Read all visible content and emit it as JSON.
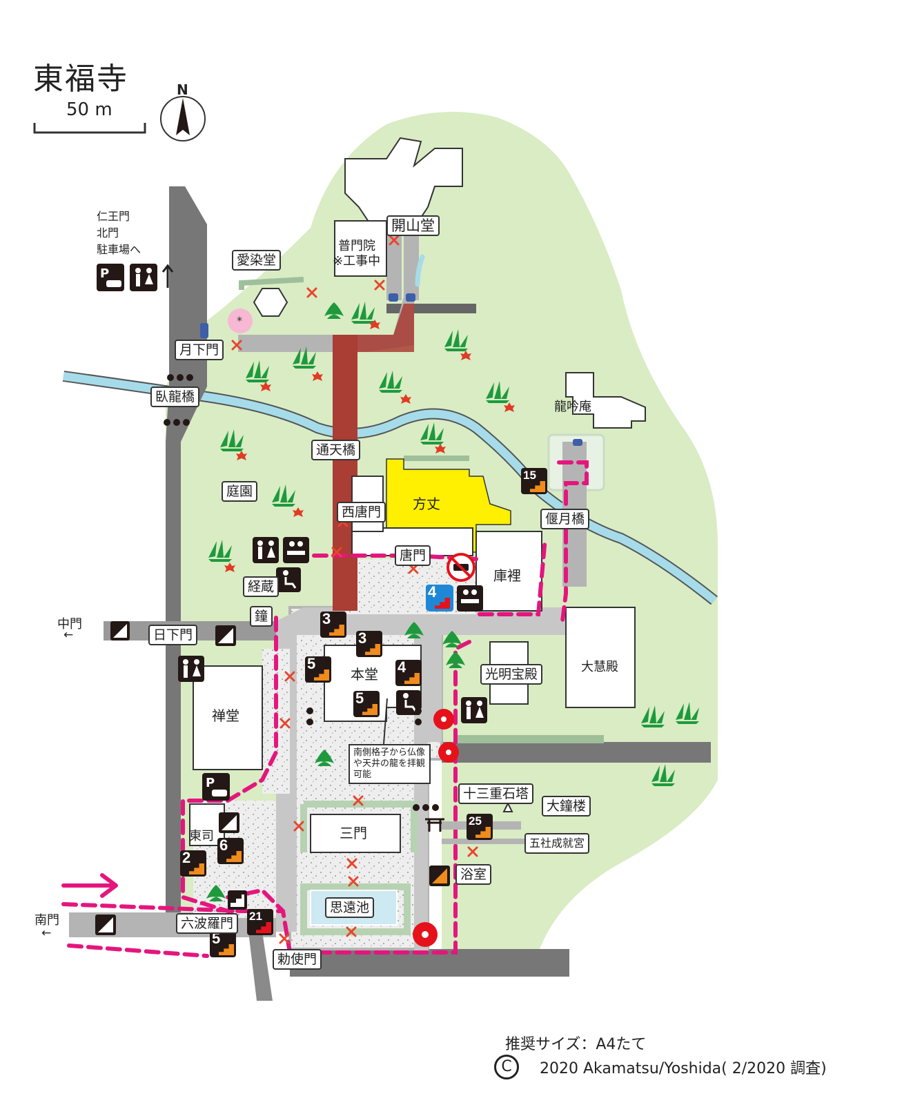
{
  "title": "東福寺",
  "scale": {
    "label": "50 m"
  },
  "compass": {
    "label": "N"
  },
  "colors": {
    "grounds": "#d9ecc4",
    "path": "#b4b4b4",
    "road": "#6b6b6b",
    "river": "#a6dcea",
    "bridge": "#8a2e28",
    "hojo": "#ffef00",
    "dashed_route": "#e4167d",
    "closed_mark": "#e8452c",
    "icon_dark": "#231815",
    "icon_orange": "#f08b1d",
    "icon_blue": "#1e88d6",
    "hedge": "#9fbf9a"
  },
  "top_links": {
    "lines": [
      "仁王門",
      "北門",
      "駐車場へ"
    ],
    "icons": [
      "parking-icon",
      "restroom-icon",
      "arrow-up-icon"
    ]
  },
  "labels": {
    "aizendo": "愛染堂",
    "kaisando": "開山堂",
    "fumonin": "普門院",
    "fumonin_note": "※工事中",
    "gekkamon": "月下門",
    "garyukyo": "臥龍橋",
    "tsutenkyo": "通天橋",
    "teien": "庭園",
    "ryoginan": "龍吟庵",
    "hojo": "方丈",
    "nishikaramon": "西唐門",
    "karamon": "唐門",
    "kuri": "庫裡",
    "engetsukyo": "偃月橋",
    "kyozo": "経蔵",
    "kane": "鐘",
    "nakamon": "中門",
    "nikkamon": "日下門",
    "zendo": "禅堂",
    "hondo": "本堂",
    "komyohoden": "光明宝殿",
    "daiedan": "大慧殿",
    "hondo_note": "南側格子から仏像や天井の龍を拝観可能",
    "jusanju": "十三重石塔",
    "daishoro": "大鐘楼",
    "goshajojugu": "五社成就宮",
    "sanmon": "三門",
    "yokushitsu": "浴室",
    "shion_ike": "思遠池",
    "toshi": "東司",
    "nanmon": "南門",
    "rokuharamon": "六波羅門",
    "chokushimon": "勅使門"
  },
  "step_badges": [
    "15",
    "3",
    "3",
    "5",
    "4",
    "5",
    "4",
    "25",
    "6",
    "2",
    "5",
    "21"
  ],
  "footer": {
    "size_line": "推奨サイズ：A4たて",
    "copyright_line": "2020 Akamatsu/Yoshida( 2/2020 調査)"
  }
}
